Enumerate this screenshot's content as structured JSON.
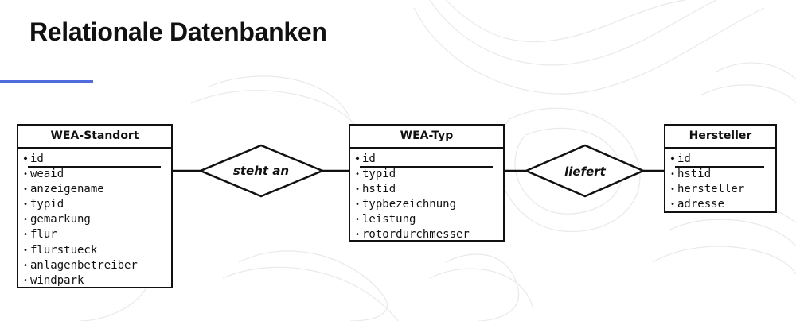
{
  "page": {
    "title": "Relationale Datenbanken"
  },
  "entities": [
    {
      "name": "WEA-Standort",
      "attributes": [
        "id",
        "weaid",
        "anzeigename",
        "typid",
        "gemarkung",
        "flur",
        "flurstueck",
        "anlagenbetreiber",
        "windpark"
      ]
    },
    {
      "name": "WEA-Typ",
      "attributes": [
        "id",
        "typid",
        "hstid",
        "typbezeichnung",
        "leistung",
        "rotordurchmesser"
      ]
    },
    {
      "name": "Hersteller",
      "attributes": [
        "id",
        "hstid",
        "hersteller",
        "adresse"
      ]
    }
  ],
  "relationships": [
    {
      "label": "steht an"
    },
    {
      "label": "liefert"
    }
  ],
  "colors": {
    "accent": "#4f6bdc",
    "ink": "#111111",
    "contour": "#e7e7e7"
  }
}
